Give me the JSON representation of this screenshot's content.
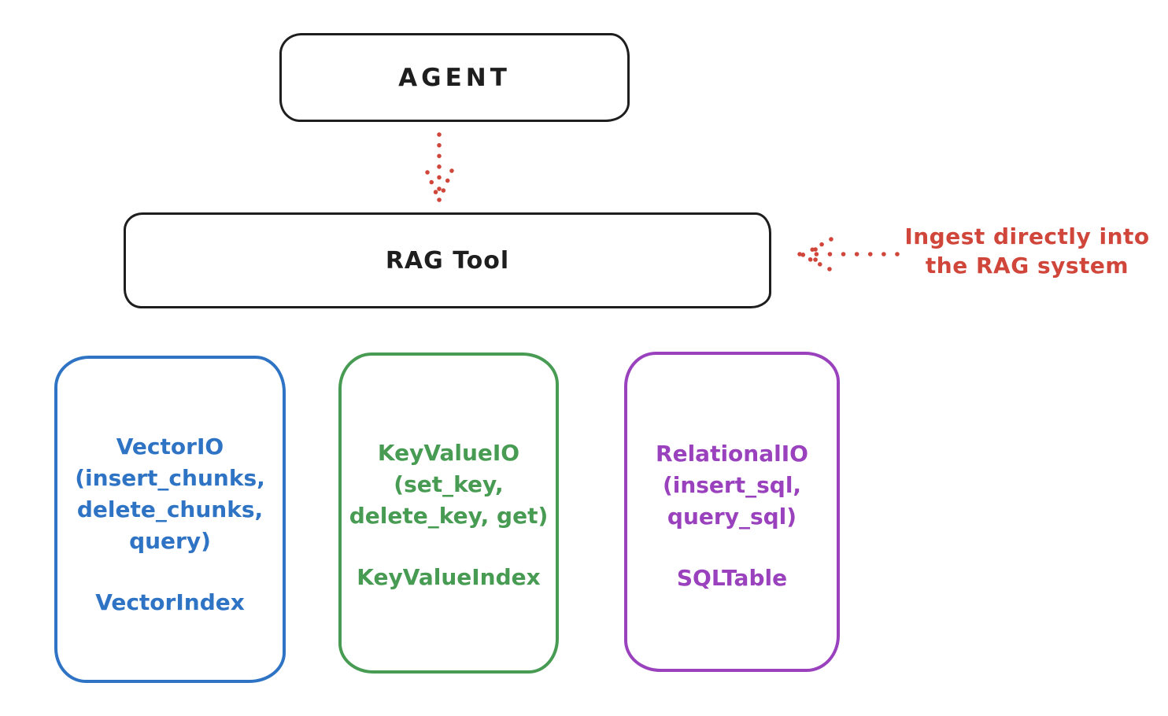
{
  "colors": {
    "stroke": "#1e1e1e",
    "red": "#d0463b",
    "blue": "#2f74c4",
    "green": "#479b52",
    "purple": "#9a41bd",
    "background": "#ffffff"
  },
  "agent_box": {
    "label": "AGENT"
  },
  "rag_tool_box": {
    "label": "RAG Tool"
  },
  "annotation": {
    "line1": "Ingest directly into",
    "line2": "the RAG system"
  },
  "arrows": [
    {
      "name": "agent-to-rag-tool",
      "style": "dotted",
      "direction": "down",
      "color": "#d0463b"
    },
    {
      "name": "ingest-annotation-to-rag-tool",
      "style": "dotted",
      "direction": "left",
      "color": "#d0463b"
    }
  ],
  "io_boxes": [
    {
      "id": "vector-io",
      "color": "#2f74c4",
      "lines": [
        "VectorIO",
        "(insert_chunks,",
        "delete_chunks,",
        "query)"
      ],
      "index_label": "VectorIndex"
    },
    {
      "id": "keyvalue-io",
      "color": "#479b52",
      "lines": [
        "KeyValueIO",
        "(set_key,",
        "delete_key, get)"
      ],
      "index_label": "KeyValueIndex"
    },
    {
      "id": "relational-io",
      "color": "#9a41bd",
      "lines": [
        "RelationalIO",
        "(insert_sql,",
        "query_sql)"
      ],
      "index_label": "SQLTable"
    }
  ]
}
